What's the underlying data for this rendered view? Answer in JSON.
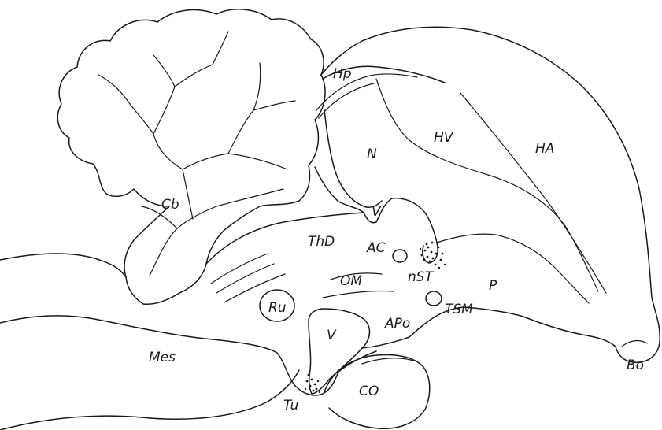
{
  "labels": {
    "cb": "Cb",
    "hp": "Hp",
    "n": "N",
    "hv": "HV",
    "ha": "HA",
    "v_upper": "V",
    "thd": "ThD",
    "ac": "AC",
    "nst": "nST",
    "om": "OM",
    "p": "P",
    "ru": "Ru",
    "tsm": "TSM",
    "v_lower": "V",
    "apo": "APo",
    "mes": "Mes",
    "tu": "Tu",
    "co": "CO",
    "bo": "Bo"
  },
  "colors": {
    "ink": "#1a1a1a",
    "background": "#ffffff"
  }
}
